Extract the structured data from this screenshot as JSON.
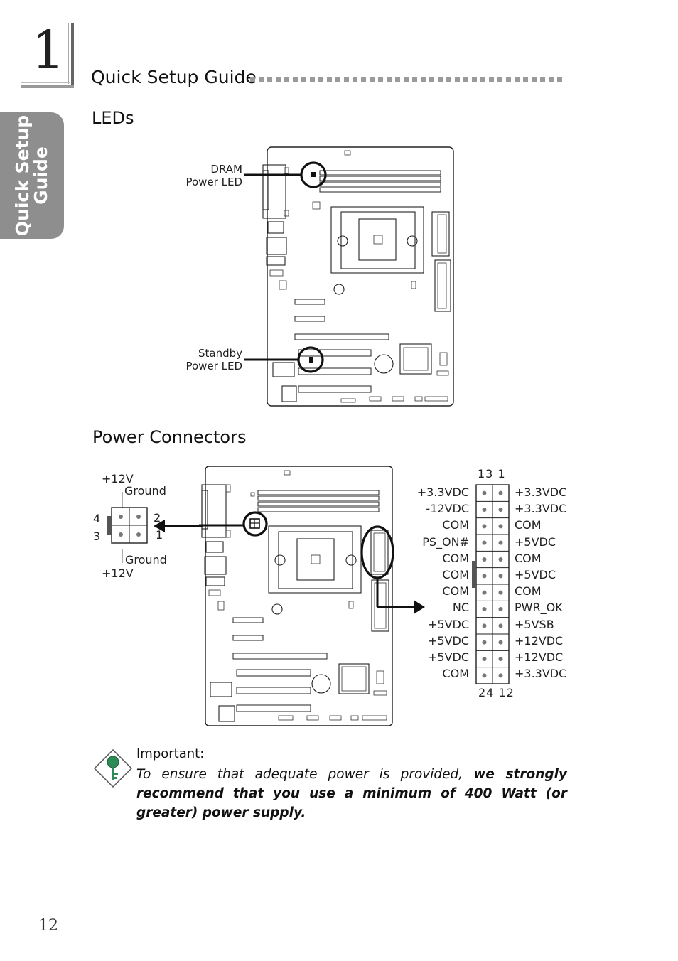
{
  "chapter": {
    "number": "1"
  },
  "header": {
    "title": "Quick Setup Guide"
  },
  "side_tab": {
    "line1": "Quick Setup",
    "line2": "Guide"
  },
  "leds": {
    "heading": "LEDs",
    "dram_label": [
      "DRAM",
      "Power  LED"
    ],
    "standby_label": [
      "Standby",
      "Power  LED"
    ]
  },
  "power": {
    "heading": "Power Connectors",
    "atx4": {
      "top_volt": "+12V",
      "top_ground": "Ground",
      "bottom_ground": "Ground",
      "bottom_volt": "+12V",
      "pin4": "4",
      "pin3": "3",
      "pin2": "2",
      "pin1": "1"
    },
    "atx24": {
      "top_numbers": "13  1",
      "bottom_numbers": "24 12",
      "left_labels": [
        "+3.3VDC",
        "-12VDC",
        "COM",
        "PS_ON#",
        "COM",
        "COM",
        "COM",
        "NC",
        "+5VDC",
        "+5VDC",
        "+5VDC",
        "COM"
      ],
      "right_labels": [
        "+3.3VDC",
        "+3.3VDC",
        "COM",
        "+5VDC",
        "COM",
        "+5VDC",
        "COM",
        "PWR_OK",
        "+5VSB",
        "+12VDC",
        "+12VDC",
        "+3.3VDC"
      ]
    }
  },
  "note": {
    "title": "Important:",
    "body_plain": "To ensure that adequate power is provided,",
    "body_bold": "we strongly recommend that you use a minimum of 400 Watt (or greater) power supply."
  },
  "page_number": "12"
}
